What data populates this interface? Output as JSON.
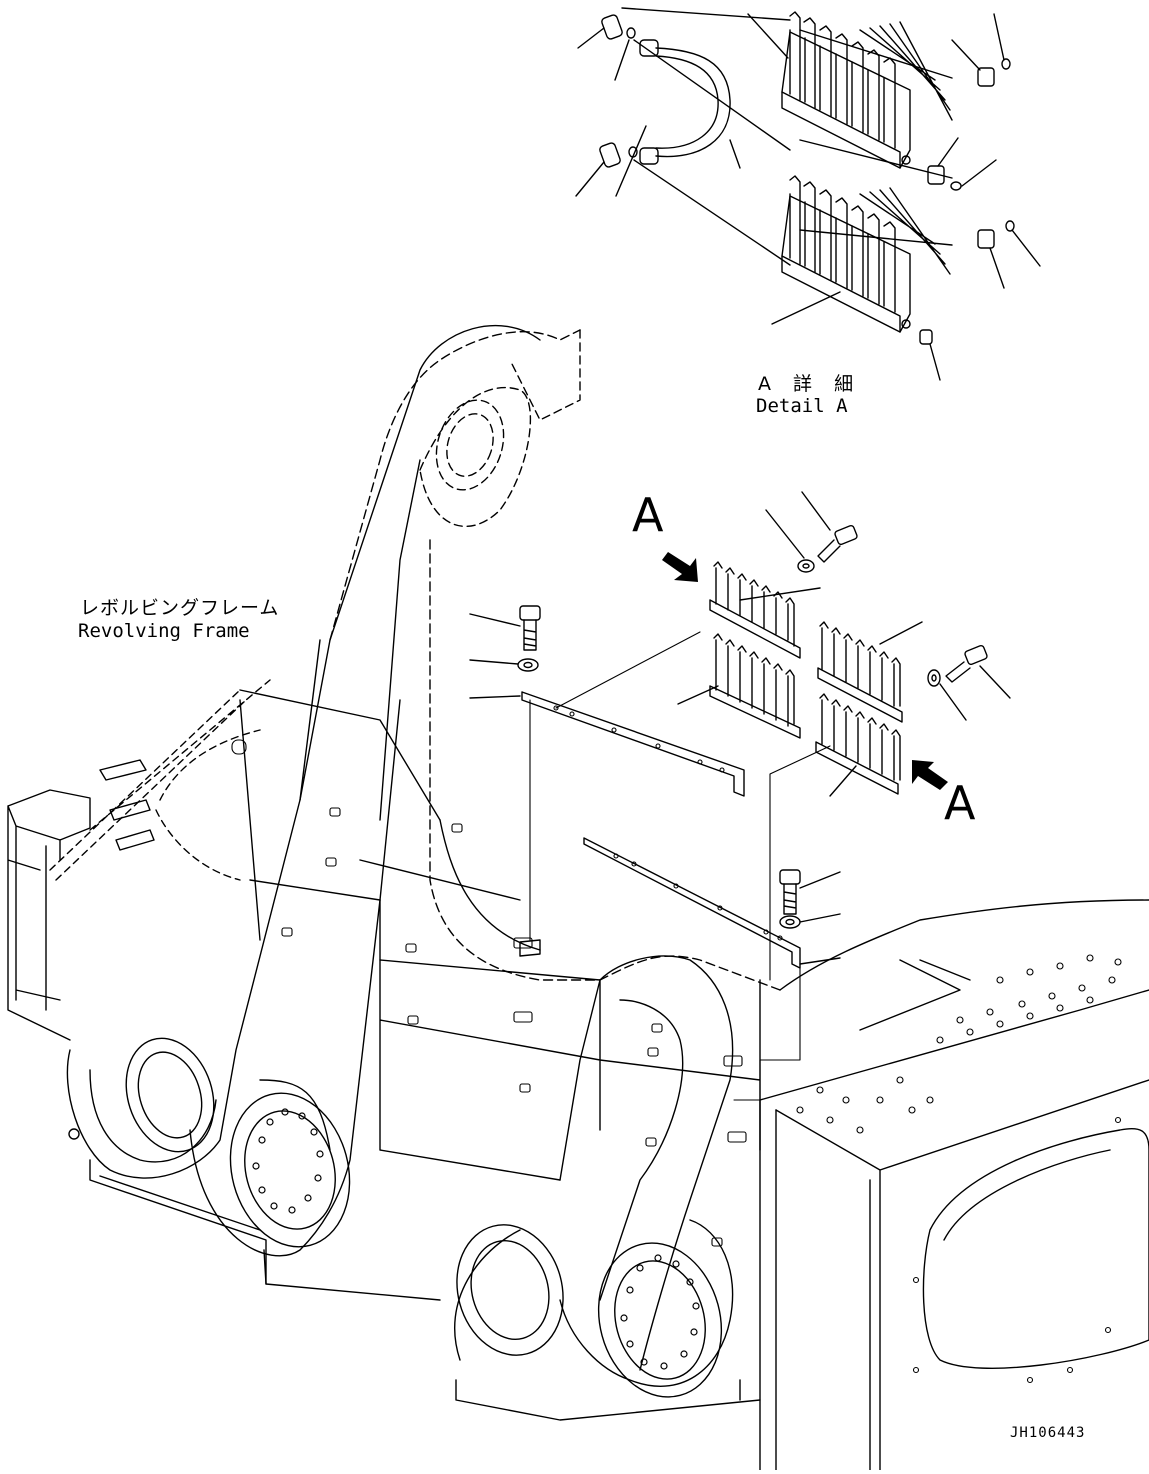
{
  "detail": {
    "label_ja": "A 詳 細",
    "label_en": "Detail A"
  },
  "frame": {
    "label_ja": "レボルビングフレーム",
    "label_en": "Revolving Frame"
  },
  "view_markers": [
    "A",
    "A"
  ],
  "drawing_number": "JH106443",
  "colors": {
    "line": "#000000",
    "background": "#ffffff"
  }
}
